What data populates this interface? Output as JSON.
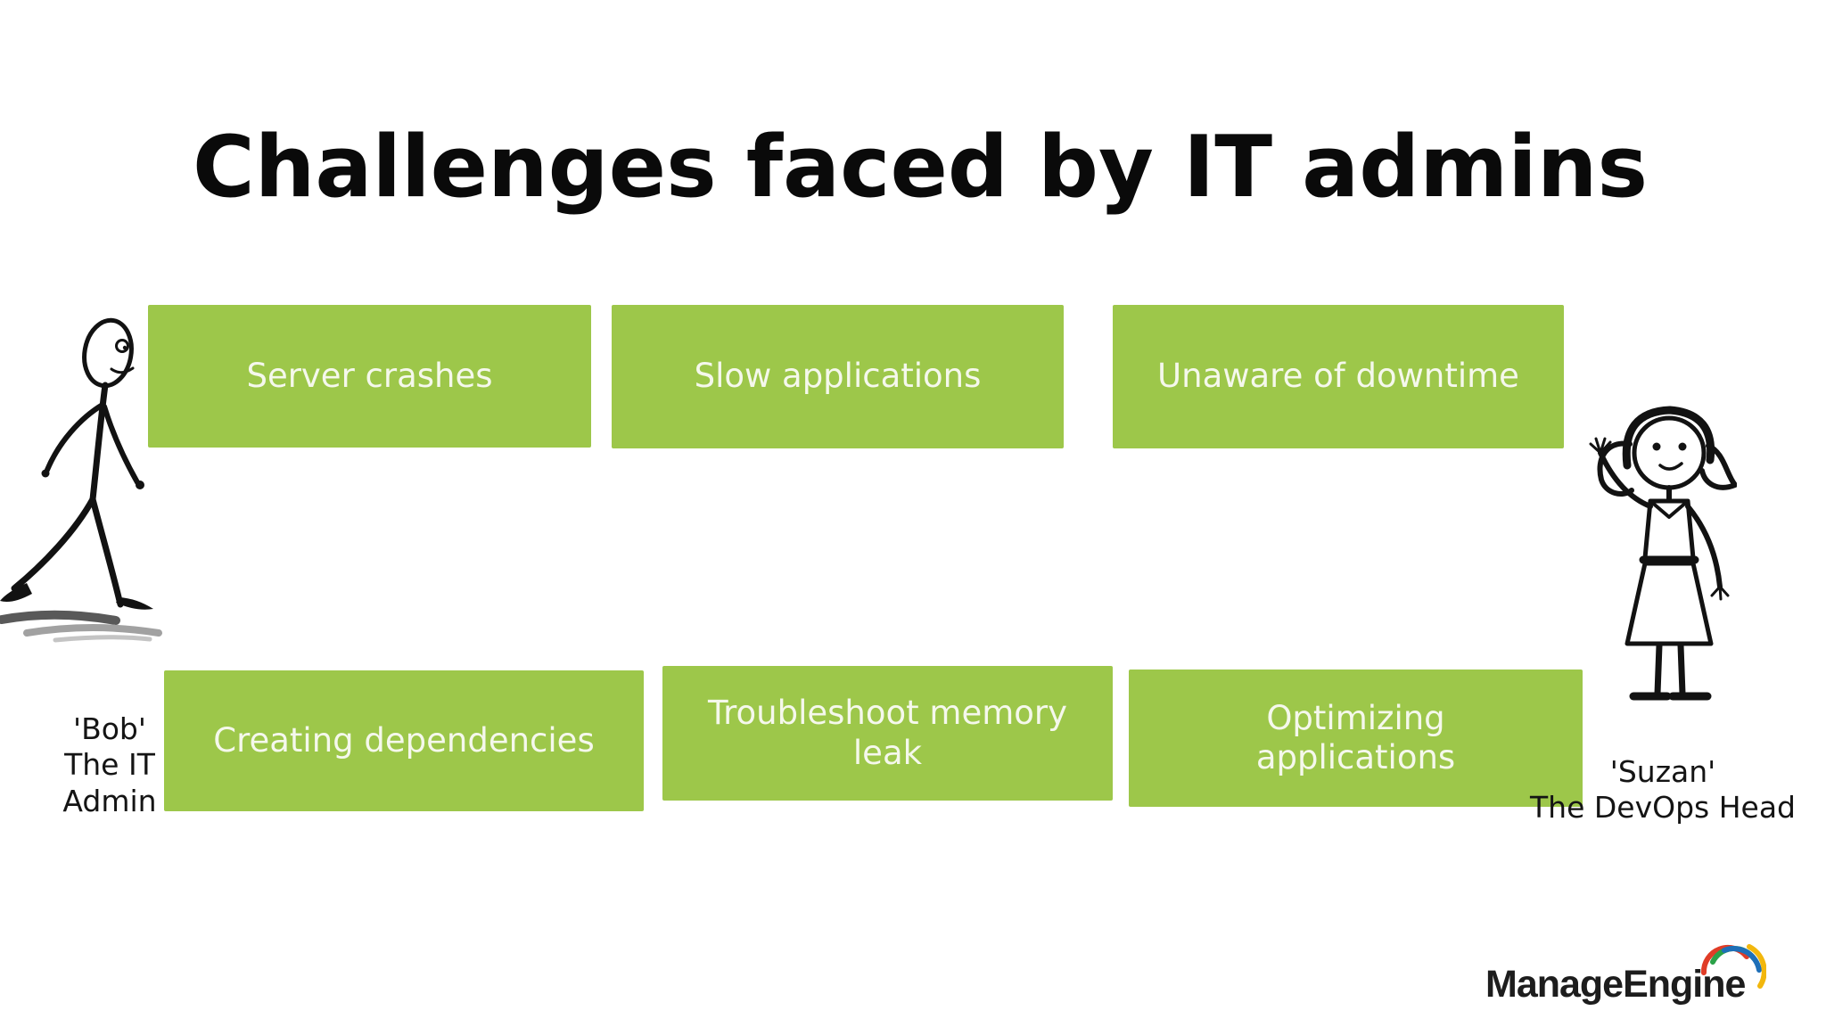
{
  "title": "Challenges faced by IT admins",
  "challenges": {
    "row1": [
      {
        "label": "Server crashes"
      },
      {
        "label": "Slow applications"
      },
      {
        "label": "Unaware of downtime"
      }
    ],
    "row2": [
      {
        "label": "Creating dependencies"
      },
      {
        "label": "Troubleshoot memory\nleak"
      },
      {
        "label": "Optimizing\napplications"
      }
    ]
  },
  "actors": {
    "bob": {
      "caption": "'Bob'\nThe IT\nAdmin",
      "figure_icon": "walking-stick-man-illustration"
    },
    "suzan": {
      "caption": "'Suzan'\nThe DevOps Head",
      "figure_icon": "waving-stick-woman-illustration"
    }
  },
  "logo": {
    "text": "ManageEngine",
    "swirl_icon": "manageengine-swirl-icon"
  },
  "colors": {
    "box_green": "#9dc74a",
    "box_text": "#f5f8ec",
    "title_text": "#0a0a0a",
    "label_text": "#141414",
    "logo_text": "#1d1d1d",
    "logo_red": "#e03c27",
    "logo_green": "#2aa148",
    "logo_blue": "#1e6fb8",
    "logo_yellow": "#f2b70d"
  }
}
